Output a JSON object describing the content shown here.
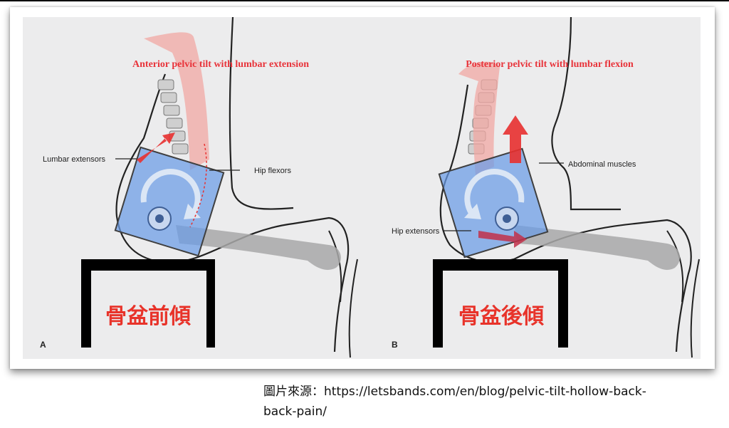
{
  "panels": [
    {
      "letter": "A",
      "title": "Anterior pelvic tilt with lumbar extension",
      "labels": {
        "left": "Lumbar extensors",
        "right": "Hip flexors"
      },
      "chinese_label": "骨盆前傾"
    },
    {
      "letter": "B",
      "title": "Posterior pelvic tilt with lumbar flexion",
      "labels": {
        "left": "Hip extensors",
        "right": "Abdominal muscles"
      },
      "chinese_label": "骨盆後傾"
    }
  ],
  "caption": {
    "line1": "圖片來源：https://letsbands.com/en/blog/pelvic-tilt-hollow-back-",
    "line2": "back-pain/"
  },
  "colors": {
    "title_red": "#e8333a",
    "pelvis_blue": "#6a9be6",
    "arrow_red": "#e8302f",
    "stool_black": "#000000",
    "chinese_red": "#e8332a",
    "background_gray": "#ececed"
  }
}
